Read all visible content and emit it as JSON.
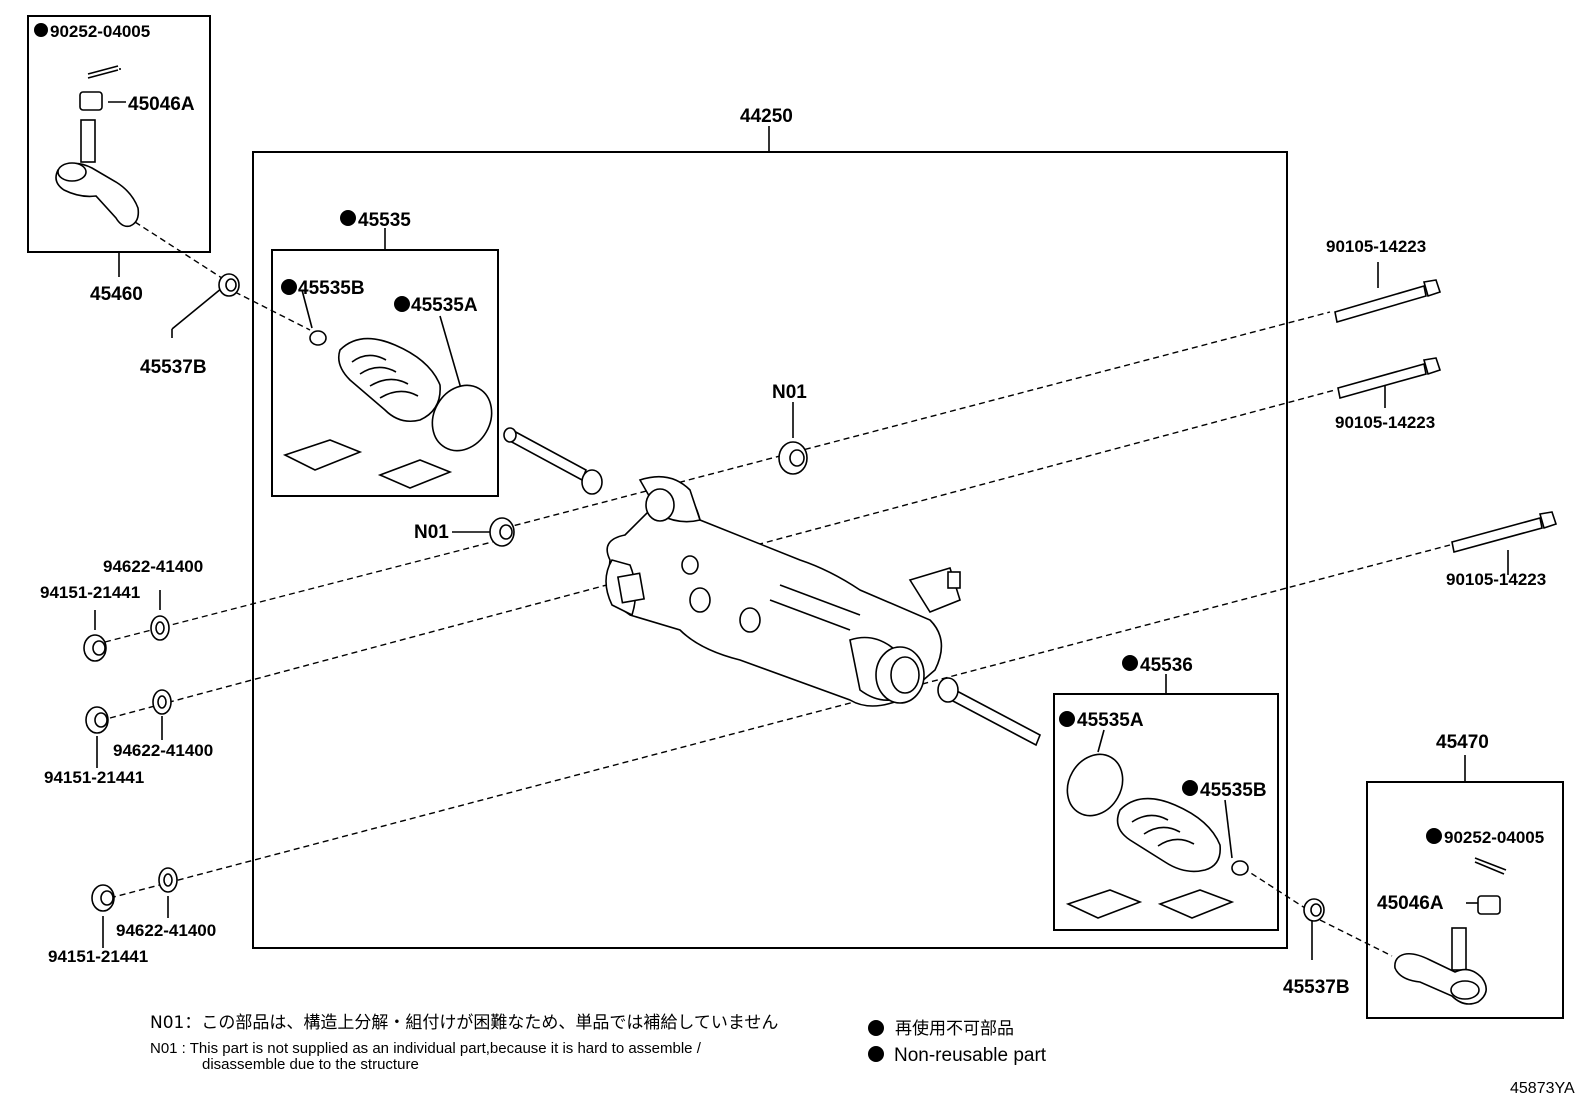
{
  "labels": {
    "main_assembly": "44250",
    "tie_rod_end_left": "45460",
    "tie_rod_end_right": "45470",
    "boot_kit_left": "45535",
    "boot_kit_right": "45536",
    "clip_left": "45535B",
    "clip_right": "45535B",
    "clamp_left": "45535A",
    "clamp_right": "45535A",
    "lock_nut_left": "45537B",
    "lock_nut_right": "45537B",
    "nut_left": "45046A",
    "nut_right": "45046A",
    "cotter_pin_left": "90252-04005",
    "cotter_pin_right": "90252-04005",
    "bolt_1": "90105-14223",
    "bolt_2": "90105-14223",
    "bolt_3": "90105-14223",
    "washer_1": "94622-41400",
    "washer_2": "94622-41400",
    "washer_3": "94622-41400",
    "nut_1": "94151-21441",
    "nut_2": "94151-21441",
    "nut_3": "94151-21441",
    "bushing_upper": "N01",
    "bushing_lower": "N01",
    "diagram_id": "45873YA"
  },
  "notes": {
    "japanese": "N01：この部品は、構造上分解・組付けが困難なため、単品では補給していません",
    "english_line1": "N01 :  This part is not supplied as an individual part,because it is hard to assemble /",
    "english_line2": "disassemble due to the structure"
  },
  "legend": {
    "japanese": "再使用不可部品",
    "english": "Non-reusable part"
  }
}
